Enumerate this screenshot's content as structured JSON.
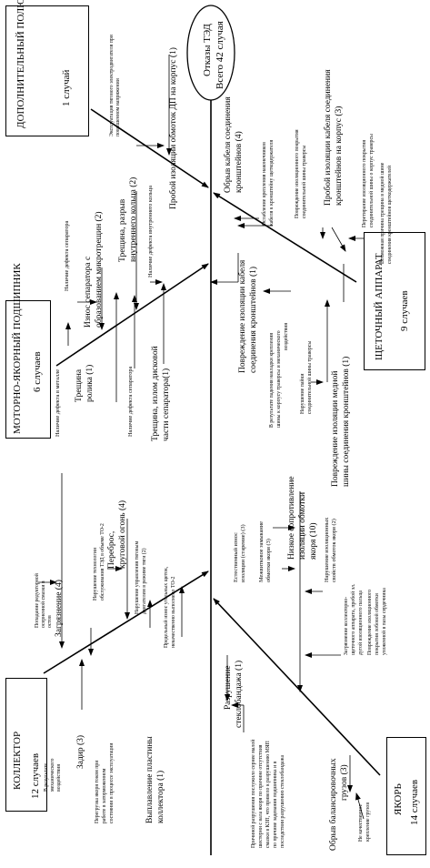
{
  "effect": {
    "title": "Отказы ТЭД",
    "total": "Всего 42 случая"
  },
  "categories": {
    "extra_pole": {
      "name": "ДОПОЛНИТЕЛЬНЫЙ ПОЛЮС",
      "count": "1 случай"
    },
    "motor_bearing": {
      "name": "МОТОРНО-ЯКОРНЫЙ ПОДШИПНИК",
      "count": "6 случаев"
    },
    "collector": {
      "name": "КОЛЛЕКТОР",
      "count": "12 случаев"
    },
    "brush": {
      "name": "ЩЕТОЧНЫЙ АППАРАТ",
      "count": "9 случаев"
    },
    "anchor": {
      "name": "ЯКОРЬ",
      "count": "14 случаев"
    }
  },
  "causes": {
    "extra_pole": {
      "c1": "Пробой изоляции обмоток ДП на корпус (1)",
      "c1_note": "Эксплуатация тягового электродвигателя при повышенном напряжении"
    },
    "motor_bearing": {
      "sep_wear_l1": "Износ сепаратора с",
      "sep_wear_l2": "образованием микротрещин (2)",
      "sep_wear_note": "Наличие дефекта сепаратора",
      "ring_l1": "Трещина, разрыв",
      "ring_l2": "внутреннего кольца (2)",
      "ring_note": "Наличие дефекта внутреннего кольца",
      "roller_l1": "Трещина",
      "roller_l2": "ролика (1)",
      "roller_note": "Наличие дефекта в металле",
      "disk_l1": "Трещина, излом дисковой",
      "disk_l2": "части сепаратора(1)",
      "disk_note": "Наличие дефекта сепаратора"
    },
    "collector": {
      "dirt": "Загрязнение (4)",
      "dirt_note_l1": "Попадание редукторной",
      "dirt_note_l2": "осерненной смазки в",
      "dirt_note_l3": "остов",
      "flash_l1": "Переброс,",
      "flash_l2": "круговой огонь (4)",
      "flash_note_a1": "Нарушение технологии",
      "flash_note_a2": "обслуживания ТЭД в объеме ТО-2",
      "flash_note_b1": "Нарушение управления тяговым",
      "flash_note_b2": "двигателем в режиме тяги (2)",
      "flash_note_c1": "Предельный износ угольных щеток,",
      "flash_note_c2": "некачественно выполнено ТО-2",
      "scuff": "Задир (3)",
      "scuff_note_l1": "В результате",
      "scuff_note_l2": "механического",
      "scuff_note_l3": "воздействия",
      "plate_l1": "Выплавление пластины",
      "plate_l2": "коллектора (1)",
      "plate_note_l1": "Перегрузка якоря током при",
      "plate_note_l2": "работе в заторможенном",
      "plate_note_l3": "состоянии в процессе эксплуатации"
    },
    "brush": {
      "cable_break_l1": "Обрыв кабеля соединения",
      "cable_break_l2": "кронштейнов (4)",
      "cable_break_note_l1": "Ослабление крепления наконечников",
      "cable_break_note_l2": "кабеля к кронштейну щеткодержателя",
      "holder_l1": "Пробой изоляции кабеля соединения",
      "holder_l2": "кронштейнов  на корпус (3)",
      "holder_note_a1": "Повреждение изоляционного покрытия",
      "holder_note_a2": "соединительной шины траверсы",
      "holder_note_b1": "Перетирание изоляционного покрытия",
      "holder_note_b2": "соединительной шины о корпус траверсы",
      "holder_note_c1": "Возможная причина трещина в медной шине",
      "holder_note_c2": "соединения кронштейнов щеткодержателей",
      "cable_ins_l1": "Повреждение изоляции кабеля",
      "cable_ins_l2": "соединения кронштейнов  (1)",
      "cable_ins_note_l1": "В результате падения накладки крепления",
      "cable_ins_note_l2": "шины к корпусу траверсы и механического",
      "cable_ins_note_l3": "воздействия",
      "copper_l1": "Повреждение изоляции медной",
      "copper_l2": "шины соединения кронштейнов (1)",
      "copper_note_l1": "Нарушение пайки",
      "copper_note_l2": "соединительной шины траверсы"
    },
    "anchor": {
      "lowres_l1": "Низкое сопротивление",
      "lowres_l2": "изоляции обмотки",
      "lowres_l3": "якоря (10)",
      "lowres_note_a1": "Естественный износ",
      "lowres_note_a2": "изоляции (старение) (3)",
      "lowres_note_b1": "Межвитковое замыкание",
      "lowres_note_b2": "обмотки якоря (3)",
      "lowres_note_c1": "Нарушение изоляционных",
      "lowres_note_c2": "свойств обмоток якоря (2)",
      "lowres_note_d1": "Загрязнение коллекторно-",
      "lowres_note_d2": "щеточного аппарата, пробой эл.",
      "lowres_note_d3": "дугой изоляционного пальца",
      "lowres_note_e1": "Повреждение изоляционного",
      "lowres_note_e2": "покрытия лобовой обмотки",
      "lowres_note_e3": "уложенной в пазы сердечника",
      "band_l1": "Разрушение",
      "band_l2": "стеклобандажа (1)",
      "band_note_l1": "Причиной разрушения послужило сернее малой",
      "band_note_l2": "шестерни с вала якоря по причине отсутствия",
      "band_note_l3": "смазки в КЗП, что привело к разрушению МЯП",
      "band_note_l4": "по причине задевания подшипника и в",
      "band_note_l5": "последствии разрушению стеклобандажа",
      "weights_l1": "Обрыв балансировочных",
      "weights_l2": "грузов (3)",
      "weights_note_l1": "Не качественное",
      "weights_note_l2": "крепление грузов"
    }
  }
}
